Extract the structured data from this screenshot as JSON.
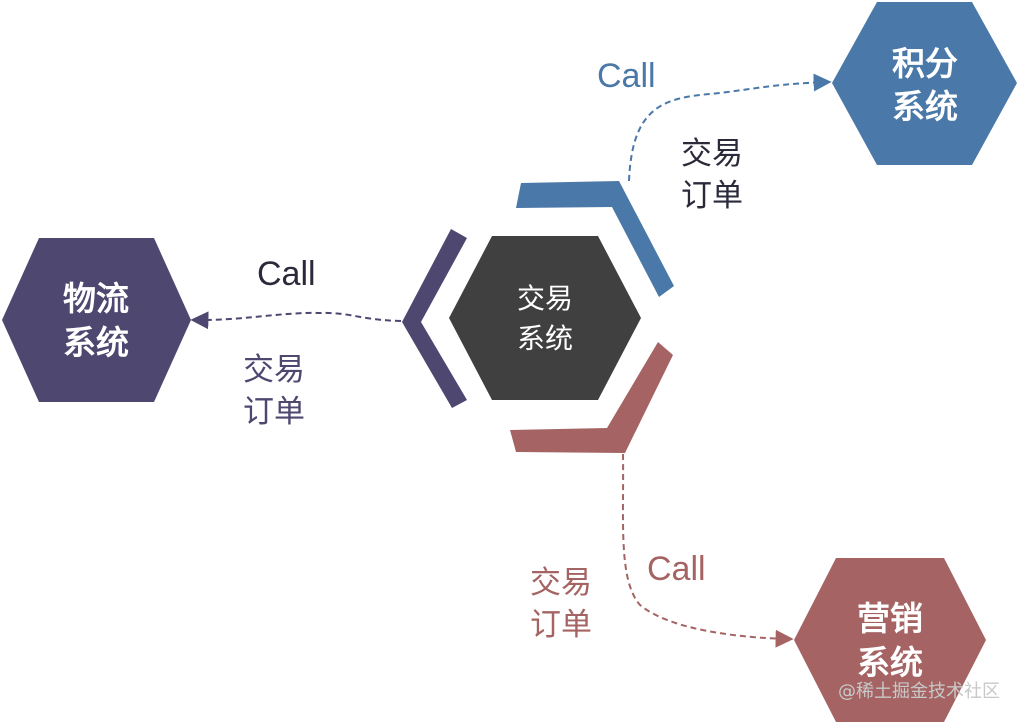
{
  "colors": {
    "blue": "#4a78a8",
    "purple": "#4e4770",
    "red": "#a56463",
    "dark": "#404040"
  },
  "nodes": {
    "center": {
      "line1": "交易",
      "line2": "系统"
    },
    "points": {
      "line1": "积分",
      "line2": "系统"
    },
    "logistics": {
      "line1": "物流",
      "line2": "系统"
    },
    "marketing": {
      "line1": "营销",
      "line2": "系统"
    }
  },
  "edges": {
    "to_points": {
      "call": "Call",
      "order1": "交易",
      "order2": "订单"
    },
    "to_logistics": {
      "call": "Call",
      "order1": "交易",
      "order2": "订单"
    },
    "to_marketing": {
      "call": "Call",
      "order1": "交易",
      "order2": "订单"
    }
  },
  "watermark": "@稀土掘金技术社区"
}
